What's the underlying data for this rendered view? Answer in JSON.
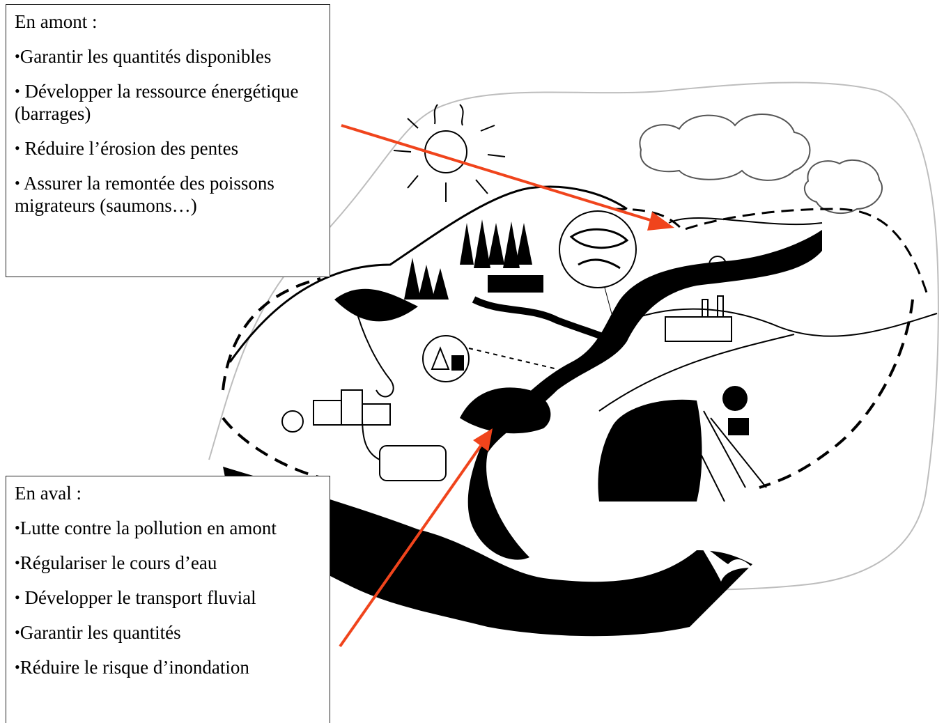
{
  "upstream": {
    "title": "En amont :",
    "items": [
      {
        "bullet": "•",
        "text": "Garantir les quantités disponibles"
      },
      {
        "bullet": "•",
        "text": " Développer la ressource énergétique (barrages)"
      },
      {
        "bullet": "•",
        "text": " Réduire l’érosion des pentes"
      },
      {
        "bullet": "•",
        "text": " Assurer la remontée des poissons migrateurs (saumons…)"
      }
    ]
  },
  "downstream": {
    "title": "En aval :",
    "items": [
      {
        "bullet": "•",
        "text": "Lutte contre la pollution en amont"
      },
      {
        "bullet": "•",
        "text": "Régulariser le cours d’eau"
      },
      {
        "bullet": "•",
        "text": " Développer le transport fluvial"
      },
      {
        "bullet": "•",
        "text": "Garantir les quantités"
      },
      {
        "bullet": "•",
        "text": "Réduire le risque d’inondation"
      }
    ]
  },
  "colors": {
    "arrow": "#f0441c",
    "ink": "#000000",
    "outline": "#bdbdbd"
  },
  "icons": [
    "sun-icon",
    "cloud-icon",
    "forest-icon",
    "fish-icon",
    "factory-icon",
    "village-icon",
    "farm-icon",
    "chemical-icon",
    "bird-icon"
  ]
}
